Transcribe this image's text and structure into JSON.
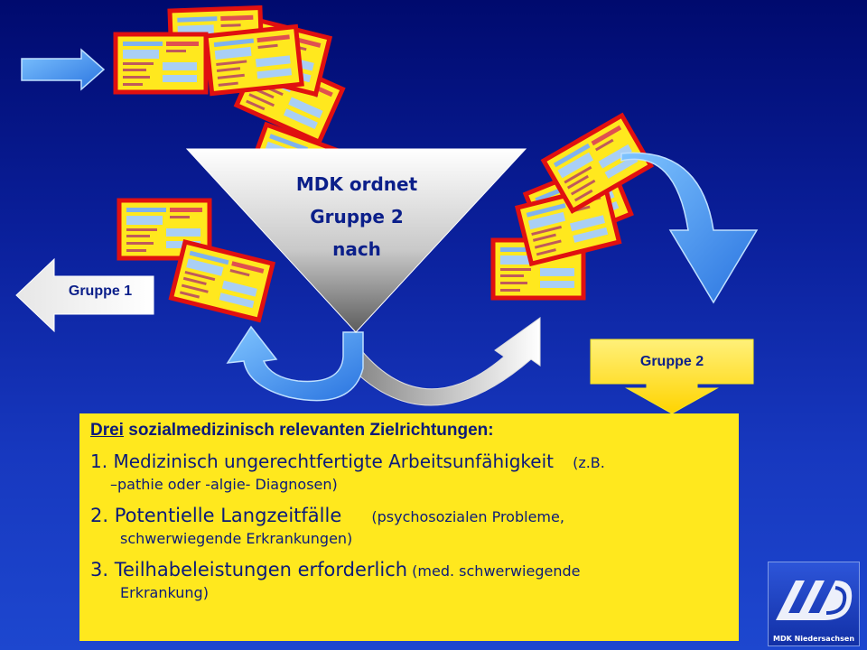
{
  "funnel": {
    "line1": "MDK ordnet",
    "line2": "Gruppe 2",
    "line3": "nach"
  },
  "group1": {
    "label": "Gruppe 1"
  },
  "group2": {
    "label": "Gruppe 2"
  },
  "info": {
    "title_underlined": "Drei",
    "title_rest": " sozialmedizinisch relevanten Zielrichtungen:",
    "items": [
      {
        "main": "1. Medizinisch ungerechtfertigte Arbeitsunfähigkeit",
        "note": "(z.B.",
        "cont": "–pathie oder -algie- Diagnosen)"
      },
      {
        "main": "2. Potentielle Langzeitfälle",
        "note": "(psychosozialen Probleme,",
        "cont": "schwerwiegende Erkrankungen)"
      },
      {
        "main": "3. Teilhabeleistungen erforderlich",
        "note": "(med. schwerwiegende",
        "cont": "Erkrankung)"
      }
    ]
  },
  "logo": {
    "caption": "MDK Niedersachsen"
  },
  "colors": {
    "card_fill": "#ffe81e",
    "card_border": "#e01010",
    "funnel_top": "#ffffff",
    "funnel_bottom": "#6a6a6a",
    "arrow_blue": "#3d8ff0",
    "text_blue": "#0b1a7a"
  }
}
